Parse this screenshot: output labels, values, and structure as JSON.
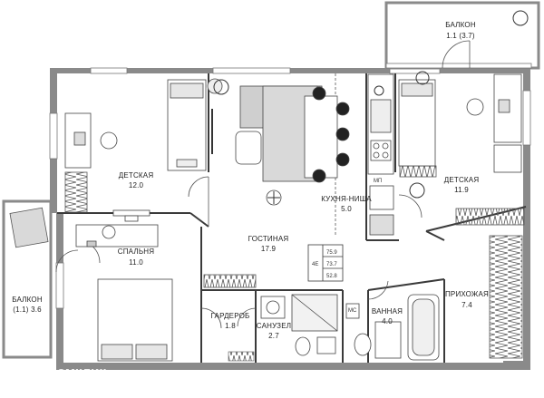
{
  "rooms": {
    "balcony_top": {
      "name": "БАЛКОН",
      "area": "1.1 (3.7)"
    },
    "kids_left": {
      "name": "ДЕТСКАЯ",
      "area": "12.0"
    },
    "kitchen": {
      "name": "КУХНЯ-НИША",
      "area": "5.0"
    },
    "kids_right": {
      "name": "ДЕТСКАЯ",
      "area": "11.9"
    },
    "bedroom": {
      "name": "СПАЛЬНЯ",
      "area": "11.0"
    },
    "living": {
      "name": "ГОСТИНАЯ",
      "area": "17.9"
    },
    "balcony_left": {
      "name": "БАЛКОН",
      "area": "(1.1) 3.6"
    },
    "wardrobe": {
      "name": "ГАРДЕРОБ",
      "area": "1.8"
    },
    "wc": {
      "name": "САНУЗЕЛ",
      "area": "2.7"
    },
    "bath": {
      "name": "ВАННАЯ",
      "area": "4.0"
    },
    "hall": {
      "name": "ПРИХОЖАЯ",
      "area": "7.4"
    }
  },
  "summary": {
    "rooms_label": "4E",
    "total": "75.9",
    "living": "73.7",
    "extra": "52.8"
  },
  "tags": {
    "mp": "МП",
    "ms": "МС"
  },
  "watermark": "Домклик",
  "colors": {
    "wall": "#8a8a8a",
    "line": "#3a3a3a",
    "hatch": "#b8b8b8",
    "furniture": "#cfcfcf"
  }
}
